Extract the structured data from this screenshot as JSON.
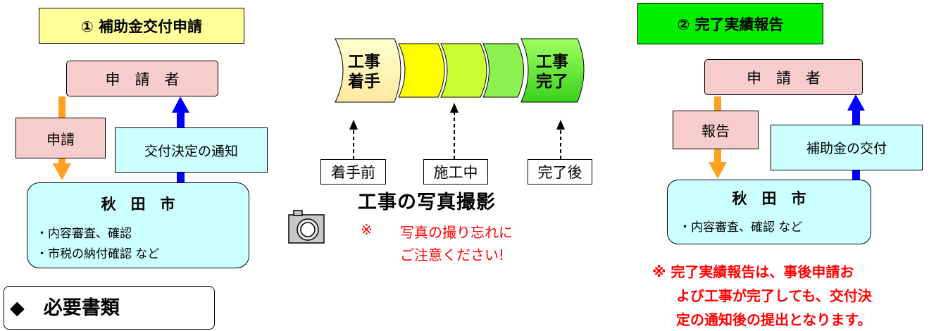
{
  "left_panel": {
    "header": "① 補助金交付申請",
    "applicant": "申　請　者",
    "apply_label": "申請",
    "notice_label": "交付決定の通知",
    "city": {
      "name": "秋　田　市",
      "lines": [
        "・内容審査、確認",
        "・市税の納付確認 など"
      ]
    },
    "required_docs": "◆　必要書類"
  },
  "middle_panel": {
    "stages": {
      "start": "工事\n着手",
      "end": "工事\n完了"
    },
    "photo_labels": [
      "着手前",
      "施工中",
      "完了後"
    ],
    "photo_title": "工事の写真撮影",
    "note_mark": "※",
    "note_lines": [
      "写真の撮り忘れに",
      "ご注意ください!"
    ],
    "camera_icon": "camera-icon"
  },
  "right_panel": {
    "header": "② 完了実績報告",
    "applicant": "申　請　者",
    "report_label": "報告",
    "subsidy_label": "補助金の交付",
    "city": {
      "name": "秋　田　市",
      "lines": [
        "・内容審査、確認 など"
      ]
    },
    "note_lines": [
      "※ 完了実績報告は、事後申請お",
      "よび工事が完了しても、交付決",
      "定の通知後の提出となります。"
    ]
  },
  "colors": {
    "yellow_header": "#ffff99",
    "green_header": "#00ee00",
    "pink_box": "#f7cccc",
    "cyan_box": "#ccffff",
    "orange_arrow": "#ffa020",
    "blue_arrow": "#0000ff",
    "red_note": "#ff0000"
  }
}
